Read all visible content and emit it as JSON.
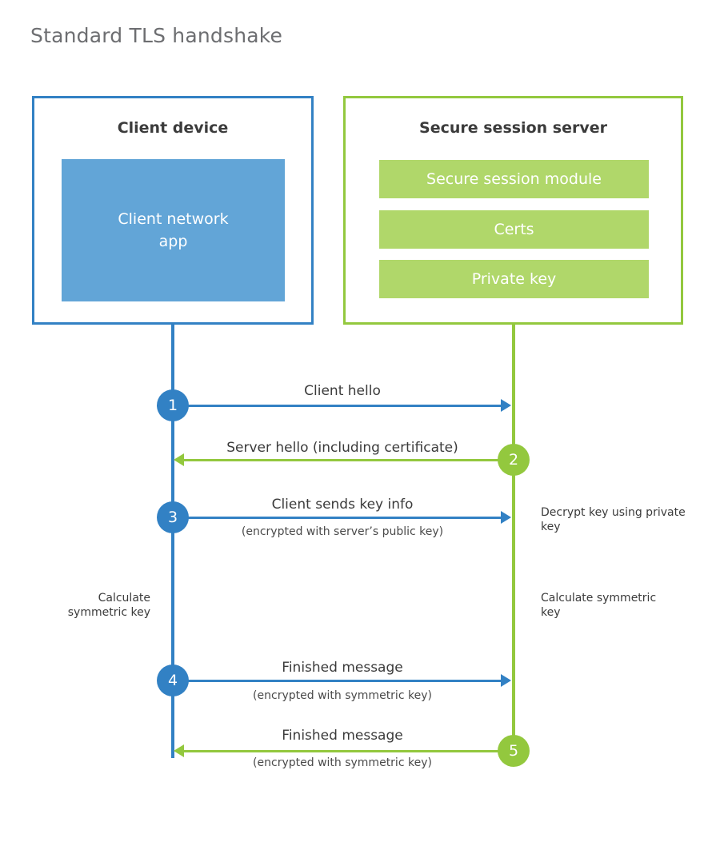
{
  "page": {
    "title": "Standard TLS handshake",
    "background": "#ffffff",
    "colors": {
      "client_accent": "#3281c4",
      "client_fill": "#62a5d7",
      "server_accent": "#93c83e",
      "server_fill": "#b0d76a",
      "title_text": "#6d6e71",
      "body_text": "#3b3b3b"
    }
  },
  "diagram": {
    "type": "sequence-diagram",
    "parties": [
      {
        "id": "client",
        "title": "Client device",
        "accent": "#3281c4",
        "blocks": [
          {
            "label": "Client network app"
          }
        ]
      },
      {
        "id": "server",
        "title": "Secure session server",
        "accent": "#93c83e",
        "blocks": [
          {
            "label": "Secure session module"
          },
          {
            "label": "Certs"
          },
          {
            "label": "Private key"
          }
        ]
      }
    ],
    "steps": [
      {
        "number": "1",
        "from": "client",
        "to": "server",
        "direction": "right",
        "label": "Client hello",
        "sublabel": ""
      },
      {
        "number": "2",
        "from": "server",
        "to": "client",
        "direction": "left",
        "label": "Server hello (including certificate)",
        "sublabel": ""
      },
      {
        "number": "3",
        "from": "client",
        "to": "server",
        "direction": "right",
        "label": "Client sends key info",
        "sublabel": "(encrypted with server’s public key)"
      },
      {
        "number": "4",
        "from": "client",
        "to": "server",
        "direction": "right",
        "label": "Finished message",
        "sublabel": "(encrypted with symmetric key)"
      },
      {
        "number": "5",
        "from": "server",
        "to": "client",
        "direction": "left",
        "label": "Finished message",
        "sublabel": "(encrypted with symmetric key)"
      }
    ],
    "annotations": [
      {
        "id": "decrypt-key",
        "side": "server",
        "text": "Decrypt key using private key"
      },
      {
        "id": "calculate-symmetric-key-client",
        "side": "client",
        "text": "Calculate symmetric key"
      },
      {
        "id": "calculate-symmetric-key-server",
        "side": "server",
        "text": "Calculate symmetric key"
      }
    ]
  }
}
